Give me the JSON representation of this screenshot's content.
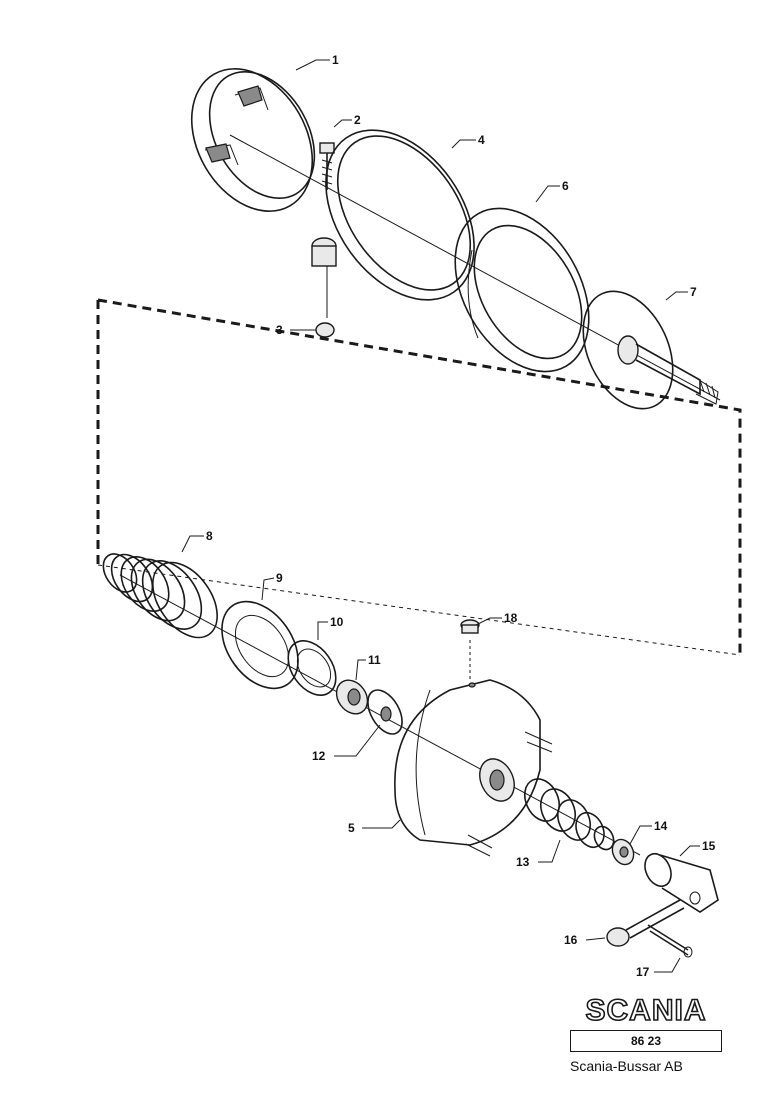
{
  "callouts": [
    "1",
    "2",
    "3",
    "4",
    "6",
    "7",
    "8",
    "9",
    "10",
    "11",
    "12",
    "5",
    "13",
    "14",
    "15",
    "16",
    "17",
    "18"
  ],
  "logo": {
    "brand": "SCANIA",
    "code": "86 23",
    "company": "Scania-Bussar AB"
  }
}
